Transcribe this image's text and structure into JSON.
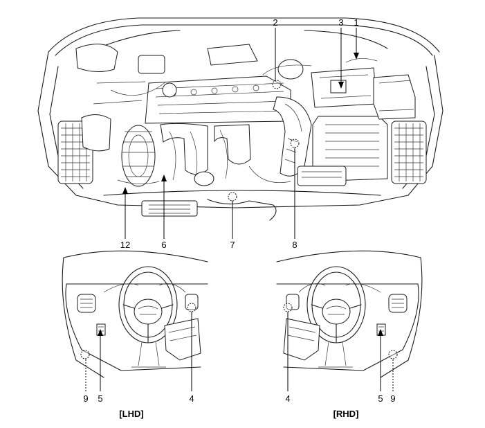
{
  "diagram": {
    "engine_callouts": [
      {
        "number": "1"
      },
      {
        "number": "2"
      },
      {
        "number": "3"
      },
      {
        "number": "6"
      },
      {
        "number": "7"
      },
      {
        "number": "8"
      },
      {
        "number": "12"
      }
    ],
    "lhd": {
      "caption": "[LHD]",
      "callouts": [
        {
          "number": "9"
        },
        {
          "number": "5"
        },
        {
          "number": "4"
        }
      ]
    },
    "rhd": {
      "caption": "[RHD]",
      "callouts": [
        {
          "number": "4"
        },
        {
          "number": "5"
        },
        {
          "number": "9"
        }
      ]
    }
  }
}
